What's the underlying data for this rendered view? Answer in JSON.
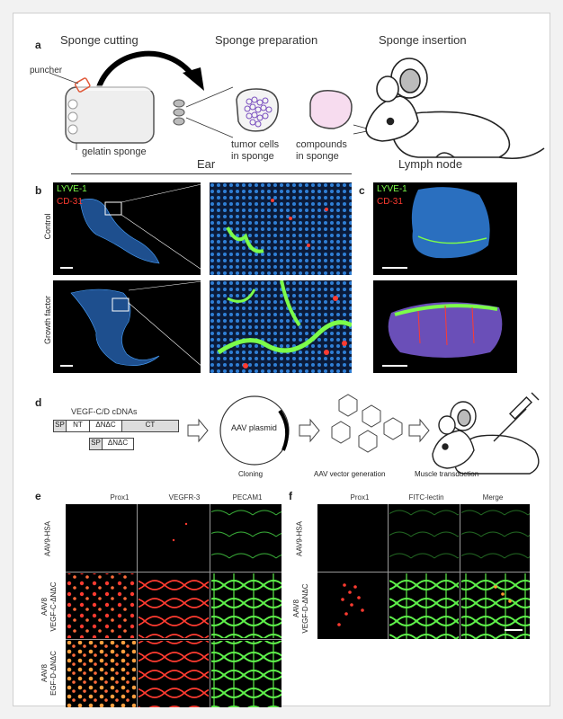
{
  "panel_a": {
    "label": "a",
    "steps": [
      "Sponge cutting",
      "Sponge preparation",
      "Sponge insertion"
    ],
    "puncher": "puncher",
    "gelatin": "gelatin sponge",
    "tumor": [
      "tumor cells",
      "in sponge"
    ],
    "compounds": [
      "compounds",
      "in sponge"
    ]
  },
  "panel_b": {
    "label": "b",
    "ear": "Ear",
    "lyve": "LYVE-1",
    "cd31": "CD-31",
    "control": "Control",
    "growth": "Growth factor"
  },
  "panel_c": {
    "label": "c",
    "title": "Lymph node",
    "lyve": "LYVE-1",
    "cd31": "CD-31"
  },
  "panel_d": {
    "label": "d",
    "cdna": "VEGF-C/D cDNAs",
    "sp": "SP",
    "nt": "NT",
    "dndc": "ΔNΔC",
    "ct": "CT",
    "plasmid": "AAV plasmid",
    "cloning": "Cloning",
    "vector": "AAV vector generation",
    "muscle": "Muscle transduction"
  },
  "panel_e": {
    "label": "e",
    "cols": [
      "Prox1",
      "VEGFR-3",
      "PECAM1"
    ],
    "rows": [
      [
        "AAV9-HSA"
      ],
      [
        "AAV8",
        "VEGF-C-ΔNΔC"
      ],
      [
        "AAV8",
        "EGF-D-ΔNΔC"
      ]
    ]
  },
  "panel_f": {
    "label": "f",
    "cols": [
      "Prox1",
      "FITC-lectin",
      "Merge"
    ],
    "rows": [
      [
        "AAV9-HSA"
      ],
      [
        "AAV8",
        "VEGF-D-ΔNΔC"
      ]
    ]
  },
  "colors": {
    "green": "#7CFC4A",
    "red": "#ff3b30",
    "blue": "#2f7fd6"
  }
}
